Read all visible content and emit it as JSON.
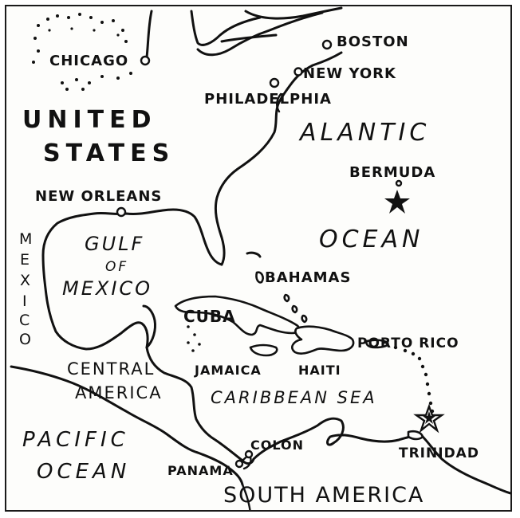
{
  "map": {
    "labels": {
      "chicago": "CHICAGO",
      "boston": "BOSTON",
      "new_york": "NEW YORK",
      "philadelphia": "PHILADELPHIA",
      "united": "UNITED",
      "states": "STATES",
      "new_orleans": "NEW ORLEANS",
      "mexico_m": "M",
      "mexico_e": "E",
      "mexico_x": "X",
      "mexico_i": "I",
      "mexico_c": "C",
      "mexico_o": "O",
      "gulf": "GULF",
      "of": "OF",
      "gulf_mexico": "MEXICO",
      "alantic": "ALANTIC",
      "bermuda": "BERMUDA",
      "ocean_atl": "OCEAN",
      "bahamas": "BAHAMAS",
      "cuba": "CUBA",
      "porto_rico": "PORTO RICO",
      "jamaica": "JAMAICA",
      "haiti": "HAITI",
      "central": "CENTRAL",
      "america_c": "AMERICA",
      "caribbean": "CARIBBEAN SEA",
      "pacific": "PACIFIC",
      "ocean_pac": "OCEAN",
      "colon": "COLON",
      "panama": "PANAMA",
      "trinidad": "TRINIDAD",
      "south_america": "SOUTH AMERICA"
    }
  },
  "colors": {
    "ink": "#111111",
    "paper": "#fdfdfb"
  }
}
